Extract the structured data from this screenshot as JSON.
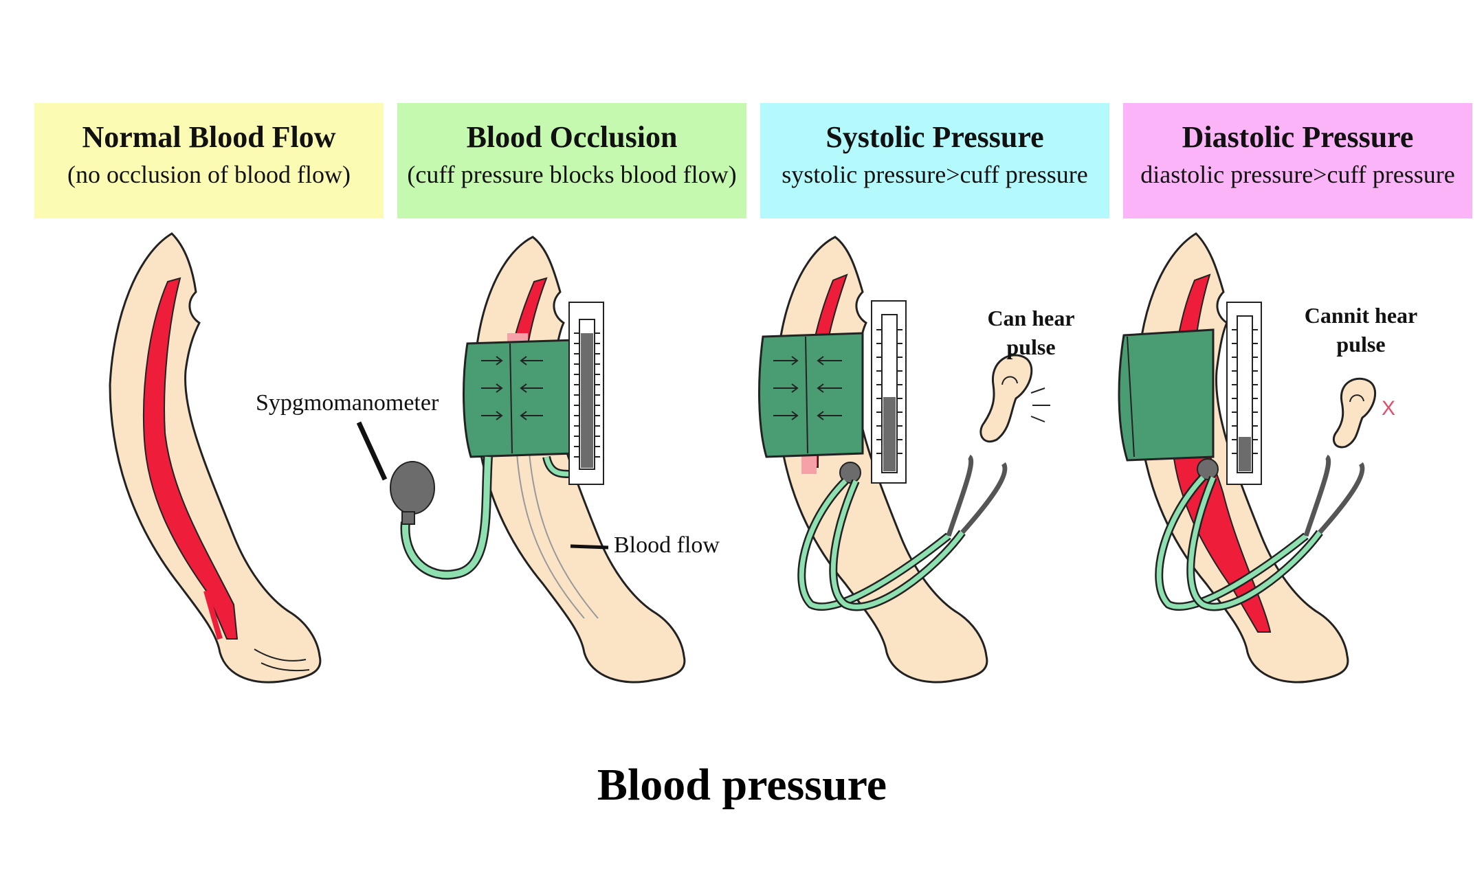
{
  "panels": [
    {
      "title": "Normal Blood Flow",
      "subtitle": "(no occlusion of blood flow)"
    },
    {
      "title": "Blood Occlusion",
      "subtitle": "(cuff pressure blocks blood flow)"
    },
    {
      "title": "Systolic Pressure",
      "subtitle": "systolic pressure>cuff pressure"
    },
    {
      "title": "Diastolic  Pressure",
      "subtitle": "diastolic pressure>cuff pressure"
    }
  ],
  "labels": {
    "sphygmomanometer": "Sypgmomanometer",
    "blood_flow": "Blood flow",
    "can_hear_line1": "Can hear",
    "can_hear_line2": "pulse",
    "cannot_hear_line1": "Cannit hear",
    "cannot_hear_line2": "pulse",
    "x_mark": "X"
  },
  "main_title": "Blood pressure",
  "colors": {
    "panel1_bg": "#fbfbb4",
    "panel2_bg": "#c6f9b0",
    "panel3_bg": "#b4f9fc",
    "panel4_bg": "#fcb4f8",
    "skin": "#fbe3c6",
    "artery": "#ee1e3a",
    "cuff": "#4a9c72",
    "tube": "#8ee0b0",
    "bulb": "#6c6c6c"
  }
}
